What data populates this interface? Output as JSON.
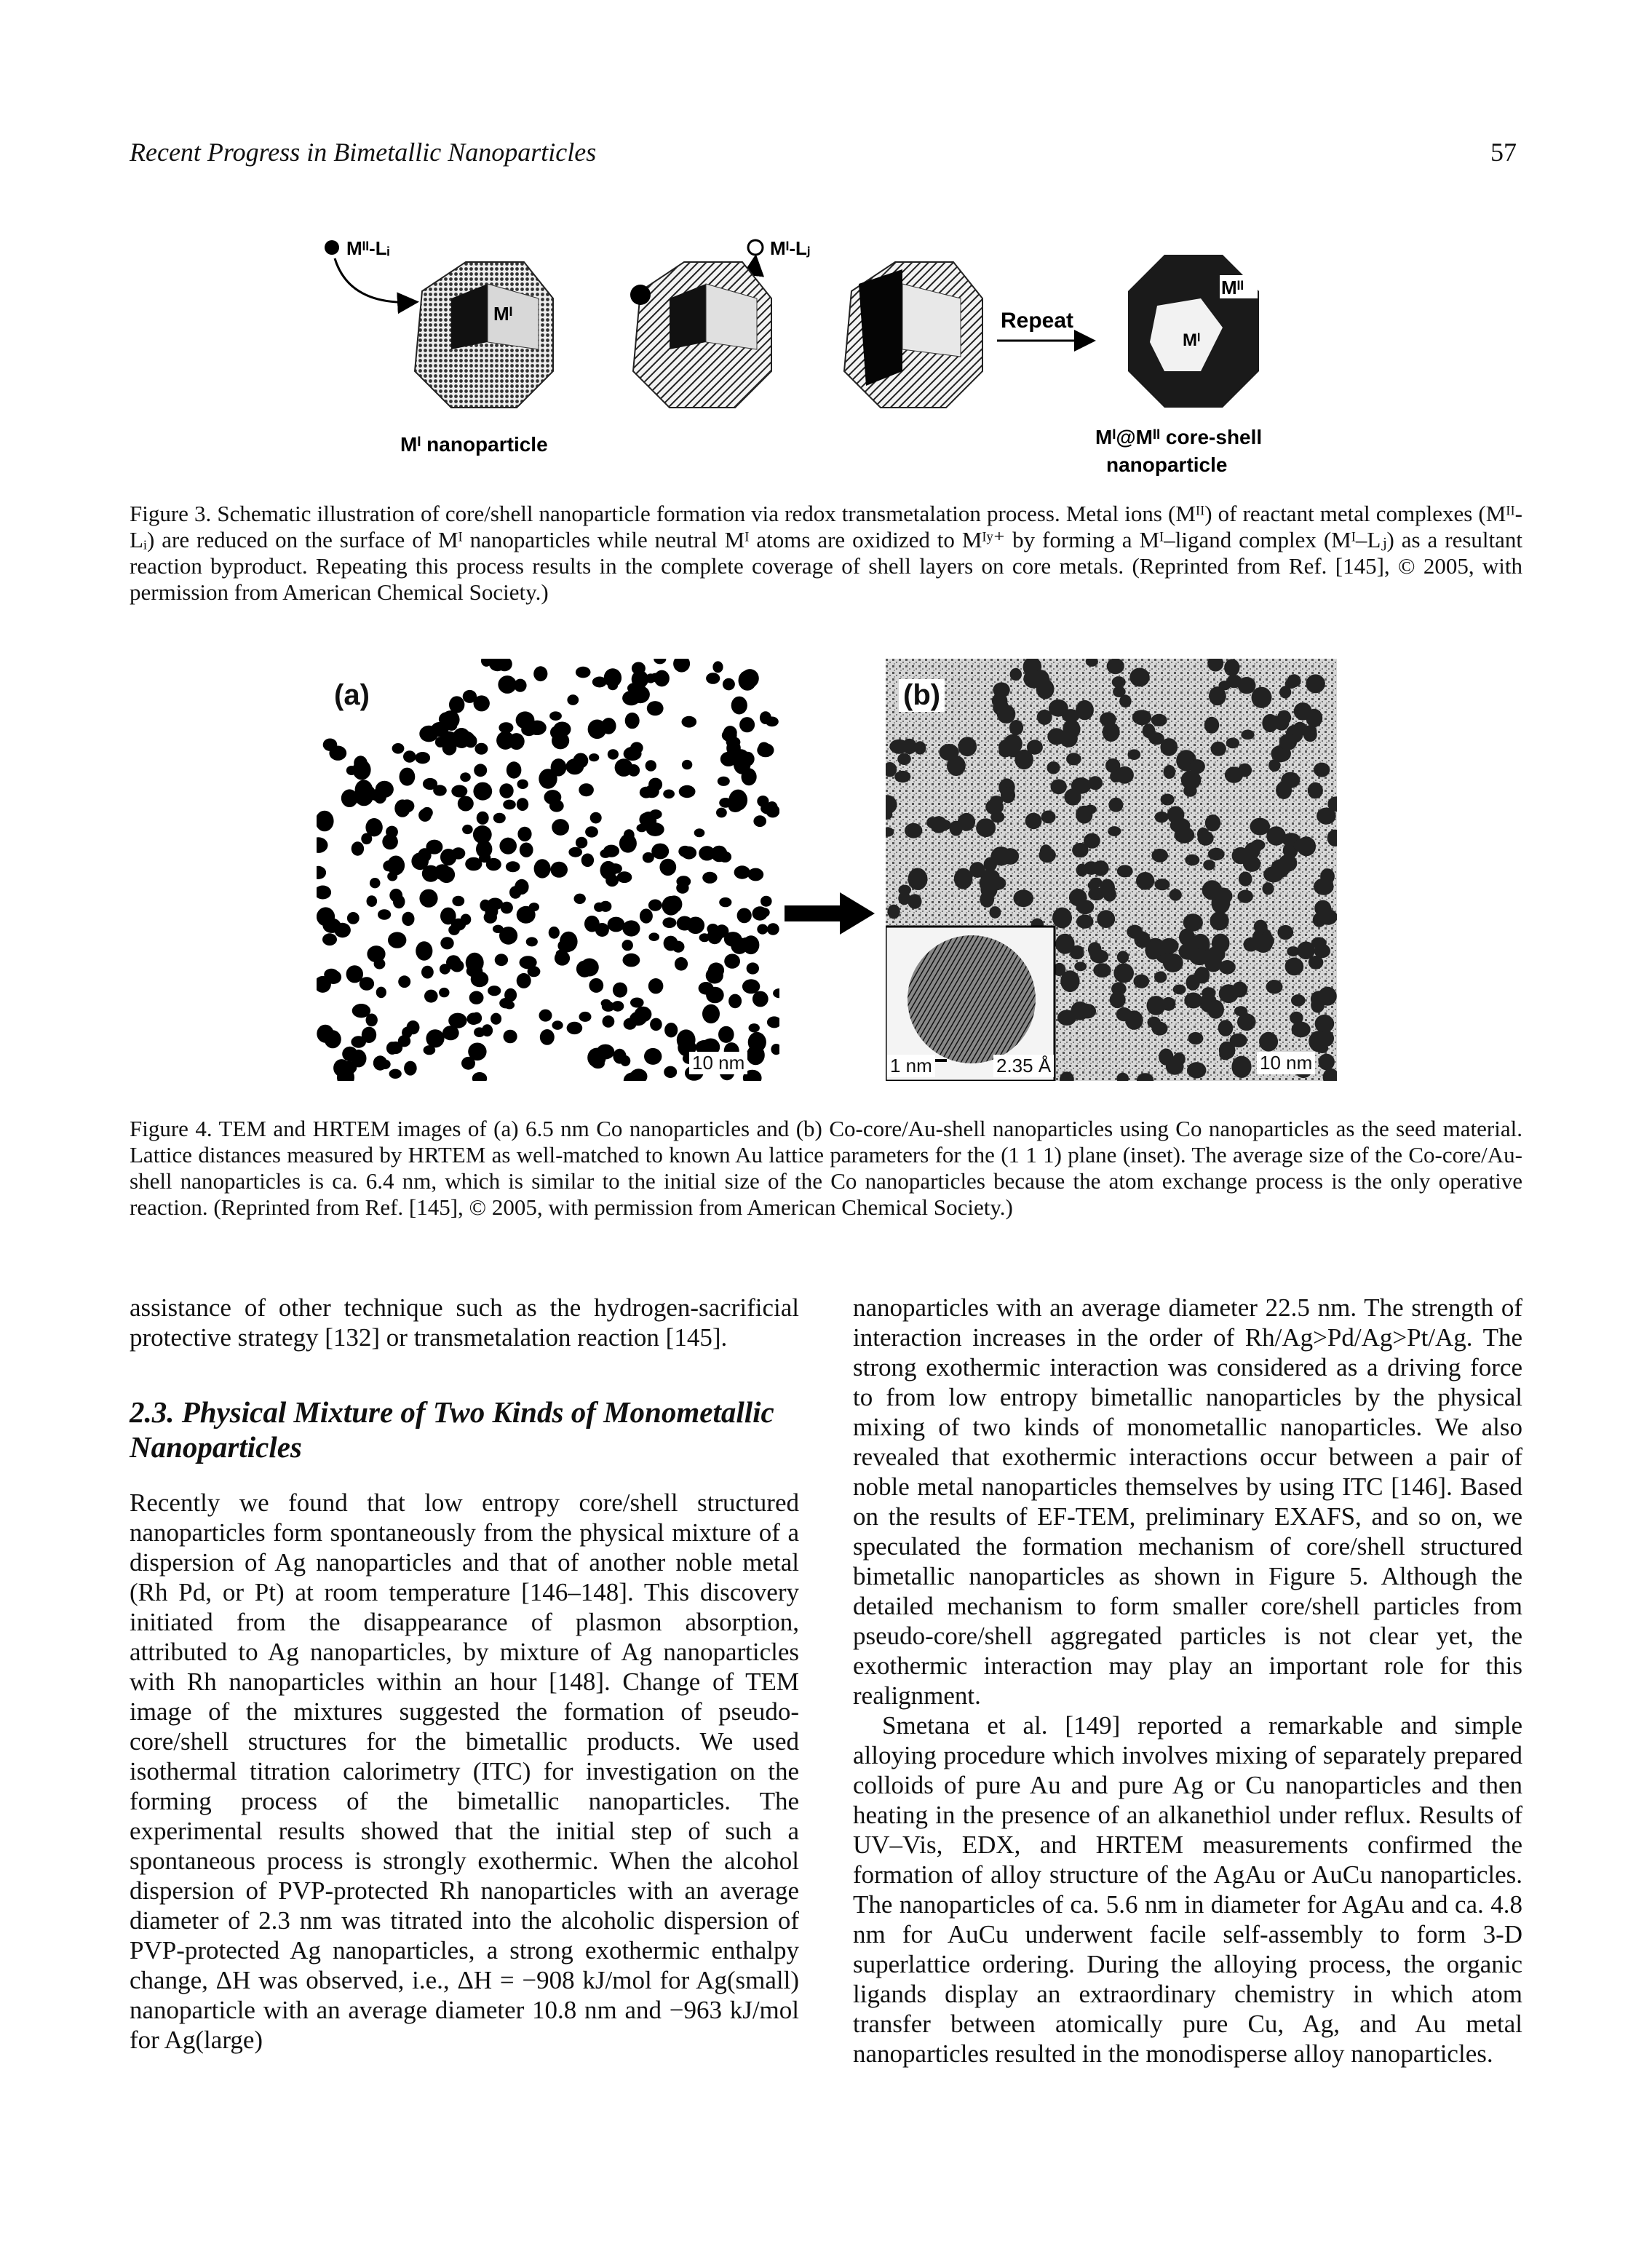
{
  "header": {
    "running_title": "Recent Progress in Bimetallic Nanoparticles",
    "page_number": "57"
  },
  "figure3": {
    "labels": {
      "reactant_complex": "Mᴵᴵ-Lᵢ",
      "byproduct_complex": "Mᴵ-Lⱼ",
      "core_nanoparticle": "Mᴵ nanoparticle",
      "repeat": "Repeat",
      "core_shell_line1": "Mᴵ@Mᴵᴵ core-shell",
      "core_shell_line2": "nanoparticle",
      "core_tag": "Mᴵ",
      "shell_tag": "Mᴵᴵ"
    },
    "caption": "Figure 3.  Schematic illustration of core/shell nanoparticle formation via redox transmetalation process. Metal ions (Mᴵᴵ) of reactant metal complexes (Mᴵᴵ-Lᵢ) are reduced on the surface of Mᴵ nanoparticles while neutral Mᴵ atoms are oxidized to Mᴵʸ⁺ by forming a Mᴵ–ligand complex (Mᴵ–Lⱼ) as a resultant reaction byproduct. Repeating this process results in the complete coverage of shell layers on core metals. (Reprinted from Ref. [145], © 2005, with permission from American Chemical Society.)"
  },
  "figure4": {
    "panel_a_label": "(a)",
    "panel_b_label": "(b)",
    "scale_a": "10 nm",
    "scale_b": "10 nm",
    "inset_scale": "1 nm",
    "inset_lattice": "2.35 Å",
    "caption": "Figure 4.  TEM and HRTEM images of (a) 6.5 nm Co nanoparticles and (b) Co-core/Au-shell nanoparticles using Co nanoparticles as the seed material. Lattice distances measured by HRTEM as well-matched to known Au lattice parameters for the (1 1 1) plane (inset). The average size of the Co-core/Au-shell nanoparticles is ca. 6.4 nm, which is similar to the initial size of the Co nanoparticles because the atom exchange process is the only operative reaction. (Reprinted from Ref. [145], © 2005, with permission from American Chemical Society.)"
  },
  "left_column": {
    "para_continued": "assistance of other technique such as the hydrogen-sacrificial protective strategy [132] or transmetalation reaction [145].",
    "section_heading": "2.3. Physical Mixture of Two Kinds of Monometallic Nanoparticles",
    "para_1": "Recently we found that low entropy core/shell structured nanoparticles form spontaneously from the physical mixture of a dispersion of Ag nanoparticles and that of another noble metal (Rh Pd, or Pt) at room temperature [146–148]. This discovery initiated from the disappearance of plasmon absorption, attributed to Ag nanoparticles, by mixture of Ag nanoparticles with Rh nanoparticles within an hour [148]. Change of TEM image of the mixtures suggested the formation of pseudo-core/shell structures for the bimetallic products. We used isothermal titration calorimetry (ITC) for investigation on the forming process of the bimetallic nanoparticles. The experimental results showed that the initial step of such a spontaneous process is strongly exothermic. When the alcohol dispersion of PVP-protected Rh nanoparticles with an average diameter of 2.3 nm was titrated into the alcoholic dispersion of PVP-protected Ag nanoparticles, a strong exothermic enthalpy change, ΔH was observed, i.e., ΔH = −908 kJ/mol for Ag(small) nanoparticle with an average diameter 10.8 nm and −963 kJ/mol for Ag(large)"
  },
  "right_column": {
    "para_1": "nanoparticles with an average diameter 22.5 nm. The strength of interaction increases in the order of Rh/Ag>Pd/Ag>Pt/Ag. The strong exothermic interaction was considered as a driving force to from low entropy bimetallic nanoparticles by the physical mixing of two kinds of monometallic nanoparticles. We also revealed that exothermic interactions occur between a pair of noble metal nanoparticles themselves by using ITC [146]. Based on the results of EF-TEM, preliminary EXAFS, and so on, we speculated the formation mechanism of core/shell structured bimetallic nanoparticles as shown in Figure 5. Although the detailed mechanism to form smaller core/shell particles from pseudo-core/shell aggregated particles is not clear yet, the exothermic interaction may play an important role for this realignment.",
    "para_2": "Smetana et al. [149] reported a remarkable and simple alloying procedure which involves mixing of separately prepared colloids of pure Au and pure Ag or Cu nanoparticles and then heating in the presence of an alkanethiol under reflux. Results of UV–Vis, EDX, and HRTEM measurements confirmed the formation of alloy structure of the AgAu or AuCu nanoparticles. The nanoparticles of ca. 5.6 nm in diameter for AgAu and ca. 4.8 nm for AuCu underwent facile self-assembly to form 3-D superlattice ordering. During the alloying process, the organic ligands display an extraordinary chemistry in which atom transfer between atomically pure Cu, Ag, and Au metal nanoparticles resulted in the monodisperse alloy nanoparticles."
  }
}
